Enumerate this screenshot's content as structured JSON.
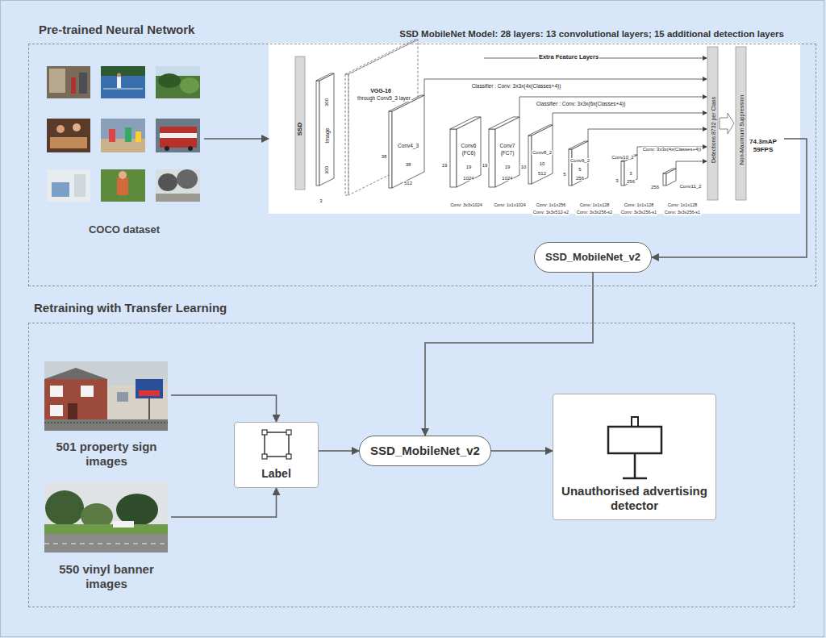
{
  "diagram": {
    "nodes": [
      {
        "text": [
          "Pre-trained Neural Network"
        ]
      },
      {
        "text": [
          "COCO dataset"
        ],
        "in": 0
      },
      {
        "text": [
          "SSD MobileNet Model: 28 layers: 13 convolutional layers; 15 additional detection layers"
        ],
        "in": 0
      },
      {
        "text": [
          "SSD_MobileNet_v2"
        ],
        "in": 0
      },
      {
        "text": [
          "Retraining with Transfer Learning"
        ]
      },
      {
        "text": [
          "501 property sign images"
        ],
        "in": 4
      },
      {
        "text": [
          "550 vinyl banner images"
        ],
        "in": 4
      },
      {
        "text": [
          "Label"
        ],
        "in": 4
      },
      {
        "text": [
          "SSD_MobileNet_v2"
        ],
        "in": 4
      },
      {
        "text": [
          "Unauthorised advertising detector"
        ],
        "in": 4
      }
    ],
    "edges": [
      {
        "from": 1,
        "to": 2,
        "arrow": "to"
      },
      {
        "from": 2,
        "to": 3,
        "arrow": "to"
      },
      {
        "from": 3,
        "to": 8,
        "arrow": "to"
      },
      {
        "from": 5,
        "to": 7,
        "arrow": "to"
      },
      {
        "from": 6,
        "to": 7,
        "arrow": "to"
      },
      {
        "from": 7,
        "to": 8,
        "arrow": "to"
      },
      {
        "from": 8,
        "to": 9,
        "arrow": "to"
      }
    ],
    "labels": [
      "SSD",
      "300",
      "Image",
      "300",
      "3",
      "VGG-16",
      "through Conv5_3 layer",
      "38",
      "Conv4_3",
      "38",
      "512",
      "19",
      "Conv6",
      "(FC6)",
      "19",
      "1024",
      "19",
      "Conv7",
      "(FC7)",
      "19",
      "1024",
      "10",
      "Conv8_2",
      "10",
      "512",
      "5",
      "Conv9_2",
      "5",
      "256",
      "3",
      "Conv10_2",
      "3",
      "256",
      "Conv11_2",
      "256",
      "Extra Feature Layers",
      "Classifier : Conv: 3x3x(4x(Classes+4))",
      "Classifier : Conv: 3x3x(6x(Classes+4))",
      "Conv: 3x3x(4x(Classes+4))",
      "Detections:8732 per Class",
      "Non-Maximum Suppression",
      "74.3mAP",
      "59FPS",
      "Conv: 3x3x1024",
      "Conv: 1x1x1024",
      "Conv: 1x1x256",
      "Conv: 3x3x512-s2",
      "Conv: 1x1x128",
      "Conv: 3x3x256-s2",
      "Conv: 1x1x128",
      "Conv: 3x3x256-s1",
      "Conv: 1x1x128",
      "Conv: 3x3x256-s1"
    ]
  }
}
